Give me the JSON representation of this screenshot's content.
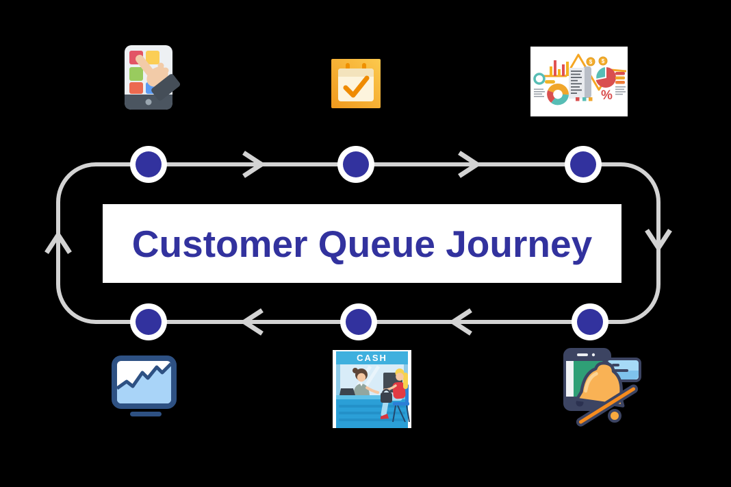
{
  "title": "Customer Queue Journey",
  "cycle": {
    "shape": "rounded-rectangle-loop",
    "direction": "clockwise",
    "node_count": 6,
    "steps": [
      {
        "position": "top-left",
        "icon": "mobile-app-selection-icon"
      },
      {
        "position": "top-center",
        "icon": "calendar-check-icon"
      },
      {
        "position": "top-right",
        "icon": "analytics-report-icon"
      },
      {
        "position": "bottom-right",
        "icon": "phone-notification-bell-icon"
      },
      {
        "position": "bottom-center",
        "icon": "cash-counter-icon"
      },
      {
        "position": "bottom-left",
        "icon": "stats-monitor-icon"
      }
    ],
    "cash_sign_label": "CASH",
    "coin_symbol": "$",
    "percent_symbol": "%"
  },
  "colors": {
    "background": "#000000",
    "loop_path": "#D3D3D3",
    "node_fill": "#32329E",
    "node_ring": "#FFFFFF",
    "title_text": "#32329E",
    "title_background": "#FFFFFF",
    "calendar_orange": "#F5A623",
    "bell_orange": "#F9B255",
    "monitor_navy": "#2E5183",
    "counter_blue": "#2B9FD7"
  }
}
